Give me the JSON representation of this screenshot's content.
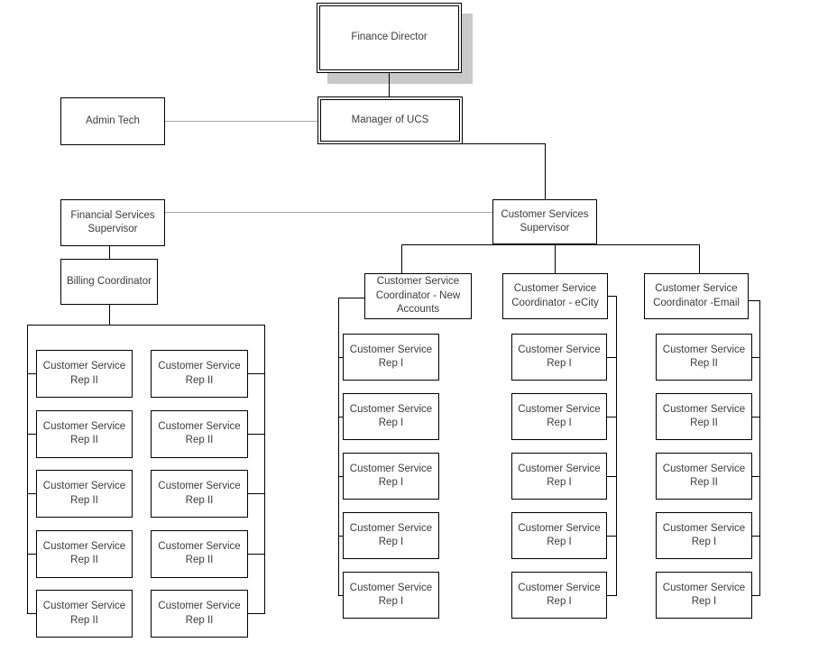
{
  "org": {
    "finance_director": "Finance Director",
    "manager_ucs": "Manager of UCS",
    "admin_tech": "Admin Tech",
    "financial_services_supervisor": "Financial Services Supervisor",
    "billing_coordinator": "Billing Coordinator",
    "customer_services_supervisor": "Customer Services Supervisor",
    "coordinator_new_accounts": "Customer Service Coordinator - New Accounts",
    "coordinator_ecity": "Customer Service Coordinator - eCity",
    "coordinator_email": "Customer Service Coordinator -Email",
    "reps": {
      "billing_col_a": [
        "Customer Service Rep II",
        "Customer Service Rep II",
        "Customer Service Rep II",
        "Customer Service Rep II",
        "Customer Service Rep II"
      ],
      "billing_col_b": [
        "Customer Service Rep II",
        "Customer Service Rep II",
        "Customer Service Rep II",
        "Customer Service Rep II",
        "Customer Service Rep II"
      ],
      "new_accounts": [
        "Customer Service Rep I",
        "Customer Service Rep I",
        "Customer Service Rep I",
        "Customer Service Rep I",
        "Customer Service Rep I"
      ],
      "ecity": [
        "Customer Service Rep I",
        "Customer Service Rep I",
        "Customer Service Rep I",
        "Customer Service Rep I",
        "Customer Service Rep I"
      ],
      "email": [
        "Customer Service Rep II",
        "Customer Service Rep II",
        "Customer Service Rep II",
        "Customer Service Rep I",
        "Customer Service Rep I"
      ]
    }
  },
  "colors": {
    "line": "#000000",
    "connector_gray": "#a6a6a6",
    "shadow": "#c9c9c9",
    "text": "#3b3b3b",
    "background": "#ffffff"
  }
}
